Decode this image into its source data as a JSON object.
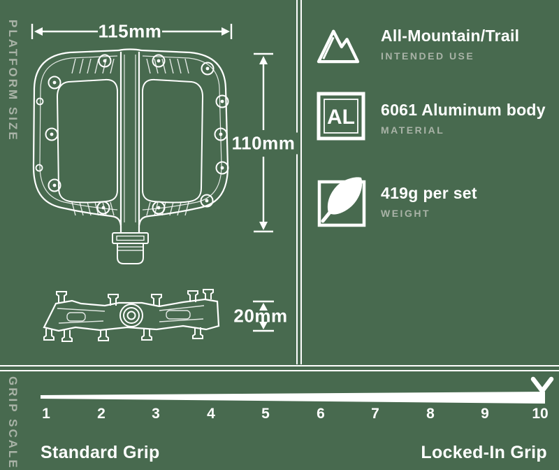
{
  "theme": {
    "background": "#486a4f",
    "foreground": "#ffffff",
    "muted": "#a9b3a7"
  },
  "platform": {
    "side_label": "PLATFORM SIZE",
    "width": "115mm",
    "height": "110mm",
    "thickness": "20mm"
  },
  "specs": [
    {
      "icon": "mountain-icon",
      "title": "All-Mountain/Trail",
      "label": "INTENDED USE"
    },
    {
      "icon": "aluminum-icon",
      "symbol": "AL",
      "title": "6061 Aluminum body",
      "label": "MATERIAL"
    },
    {
      "icon": "feather-icon",
      "title": "419g per set",
      "label": "WEIGHT"
    }
  ],
  "grip_scale": {
    "side_label": "GRIP SCALE",
    "ticks": [
      "1",
      "2",
      "3",
      "4",
      "5",
      "6",
      "7",
      "8",
      "9",
      "10"
    ],
    "min_label": "Standard Grip",
    "max_label": "Locked-In Grip",
    "indicator_tick": "10"
  }
}
